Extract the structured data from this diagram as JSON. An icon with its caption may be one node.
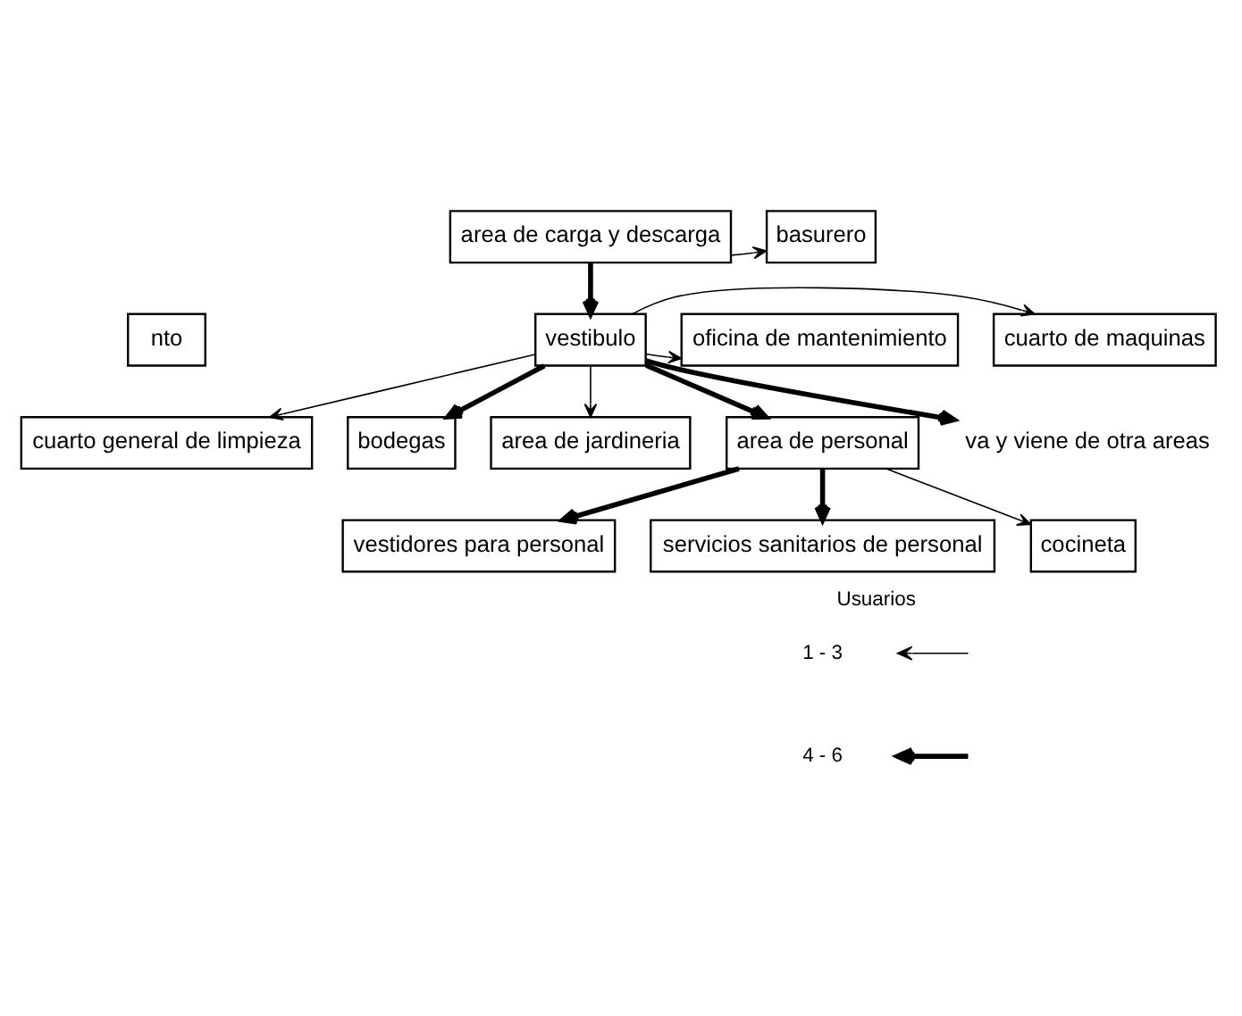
{
  "diagram": {
    "nodes": [
      {
        "text": [
          "area de carga y descarga"
        ]
      },
      {
        "text": [
          "basurero"
        ]
      },
      {
        "text": [
          "vestibulo"
        ]
      },
      {
        "text": [
          "cuarto de maquinas"
        ]
      },
      {
        "text": [
          "bodegas"
        ]
      },
      {
        "text": [
          "oficina de mantenimiento"
        ]
      },
      {
        "text": [
          "cuarto general de limpieza"
        ]
      },
      {
        "text": [
          "area de jardineria"
        ]
      },
      {
        "text": [
          "area de personal"
        ]
      },
      {
        "text": [
          "va y viene de otra areas"
        ]
      },
      {
        "text": [
          "vestidores para personal"
        ]
      },
      {
        "text": [
          "servicios sanitarios de personal"
        ]
      },
      {
        "text": [
          "cocineta"
        ]
      },
      {
        "text": [
          "nto"
        ]
      }
    ],
    "edges": [
      {
        "from": 0,
        "to": 1,
        "arrow": "to"
      },
      {
        "from": 0,
        "to": 2,
        "arrow": "to",
        "style": "thick"
      },
      {
        "from": 2,
        "to": 3,
        "arrow": "to"
      },
      {
        "from": 2,
        "to": 4,
        "arrow": "to",
        "style": "thick"
      },
      {
        "from": 2,
        "to": 5,
        "arrow": "to"
      },
      {
        "from": 2,
        "to": 6,
        "arrow": "to"
      },
      {
        "from": 2,
        "to": 7,
        "arrow": "to"
      },
      {
        "from": 2,
        "to": 8,
        "arrow": "to",
        "style": "thick"
      },
      {
        "from": 2,
        "to": 9,
        "arrow": "to",
        "style": "thick"
      },
      {
        "from": 8,
        "to": 10,
        "arrow": "to",
        "style": "thick"
      },
      {
        "from": 8,
        "to": 11,
        "arrow": "to",
        "style": "thick"
      },
      {
        "from": 8,
        "to": 12,
        "arrow": "to"
      }
    ],
    "labels": [
      "Usuarios"
    ],
    "legend": [
      {
        "text": "1 - 3"
      },
      {
        "text": "4 - 6"
      }
    ]
  }
}
